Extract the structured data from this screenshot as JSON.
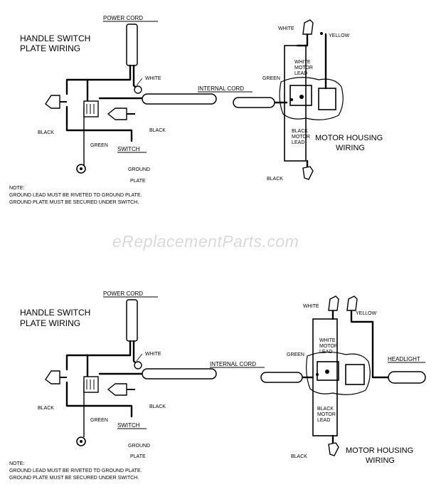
{
  "watermark": "eReplacementParts.com",
  "top": {
    "power_cord": "POWER CORD",
    "handle_title_1": "HANDLE SWITCH",
    "handle_title_2": "PLATE WIRING",
    "white": "WHITE",
    "internal_cord": "INTERNAL CORD",
    "black_left": "BLACK",
    "black_right": "BLACK",
    "green": "GREEN",
    "switch": "SWITCH",
    "ground": "GROUND",
    "plate": "PLATE",
    "note_1": "NOTE:",
    "note_2": "GROUND LEAD MUST BE RIVETED TO GROUND PLATE.",
    "note_3": "GROUND PLATE MUST BE SECURED UNDER SWITCH.",
    "motor_white": "WHITE",
    "motor_yellow": "YELLOW",
    "motor_green": "GREEN",
    "white_motor_lead_1": "WHITE",
    "white_motor_lead_2": "MOTOR",
    "white_motor_lead_3": "LEAD",
    "black_motor_lead_1": "BLACK",
    "black_motor_lead_2": "MOTOR",
    "black_motor_lead_3": "LEAD",
    "motor_black": "BLACK",
    "motor_housing_1": "MOTOR HOUSING",
    "motor_housing_2": "WIRING"
  },
  "bottom": {
    "power_cord": "POWER CORD",
    "handle_title_1": "HANDLE SWITCH",
    "handle_title_2": "PLATE WIRING",
    "white": "WHITE",
    "internal_cord": "INTERNAL CORD",
    "black_left": "BLACK",
    "black_right": "BLACK",
    "green": "GREEN",
    "switch": "SWITCH",
    "ground": "GROUND",
    "plate": "PLATE",
    "note_1": "NOTE:",
    "note_2": "GROUND LEAD MUST BE RIVETED TO GROUND PLATE.",
    "note_3": "GROUND PLATE MUST BE SECURED UNDER SWITCH.",
    "motor_white": "WHITE",
    "motor_yellow": "YELLOW",
    "motor_green": "GREEN",
    "white_motor_lead_1": "WHITE",
    "white_motor_lead_2": "MOTOR",
    "white_motor_lead_3": "LEAD",
    "black_motor_lead_1": "BLACK",
    "black_motor_lead_2": "MOTOR",
    "black_motor_lead_3": "LEAD",
    "motor_black": "BLACK",
    "headlight": "HEADLIGHT",
    "motor_housing_1": "MOTOR HOUSING",
    "motor_housing_2": "WIRING"
  }
}
